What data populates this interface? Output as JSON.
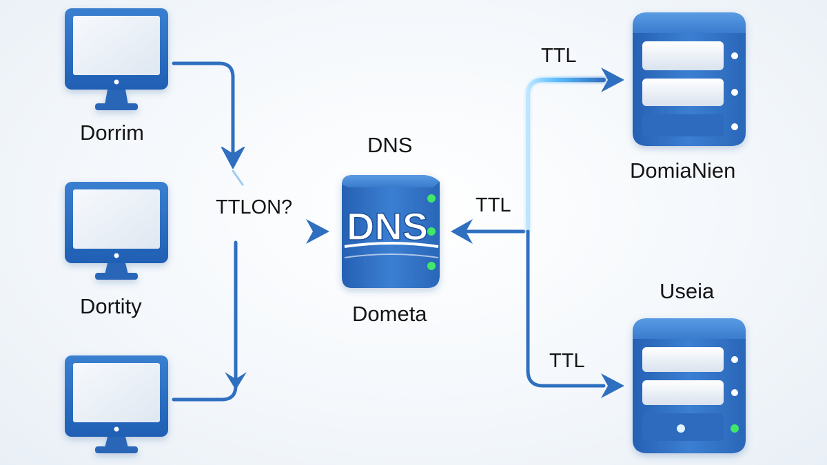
{
  "diagram": {
    "clients": [
      {
        "id": "client-1",
        "label": "Dorrim"
      },
      {
        "id": "client-2",
        "label": "Dortity"
      },
      {
        "id": "client-3",
        "label": ""
      }
    ],
    "dns_server": {
      "title": "DNS",
      "badge": "DNS",
      "caption": "Dometa"
    },
    "servers": [
      {
        "id": "server-top",
        "label": "DomiaNien"
      },
      {
        "id": "server-bottom",
        "label": "Useia"
      }
    ],
    "edge_labels": {
      "client_query": "TTLON?",
      "dns_response": "TTL",
      "to_top_server": "TTL",
      "to_bottom_server": "TTL"
    }
  },
  "colors": {
    "primary_blue": "#2f6fc0",
    "light_blue": "#58b8ff",
    "led_green": "#3fe86a",
    "screen_fill": "#eef3f9"
  }
}
